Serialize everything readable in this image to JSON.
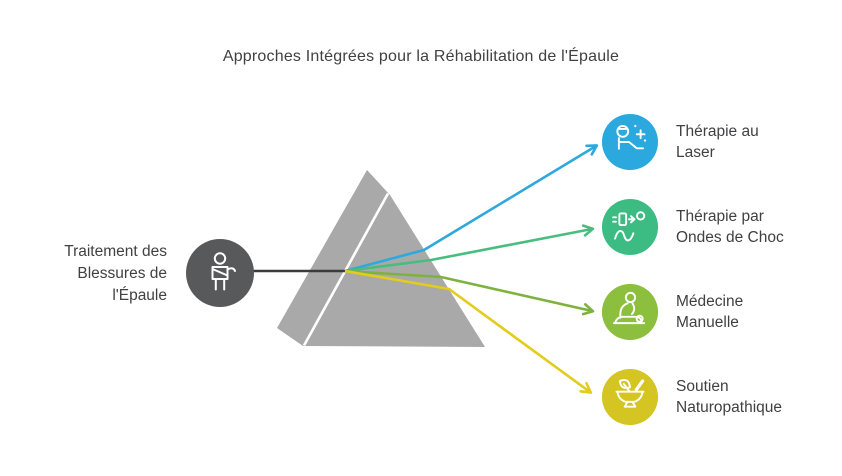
{
  "title": "Approches Intégrées pour la Réhabilitation de l'Épaule",
  "source": {
    "label": "Traitement des Blessures de l'Épaule",
    "icon": "person-arm-sling-icon",
    "circle_color": "#58595b",
    "input_line_color": "#3b3b3b"
  },
  "prism": {
    "fill_color": "#a9a9a9",
    "divider_color": "#ffffff"
  },
  "outputs": [
    {
      "label": "Thérapie au Laser",
      "icon": "laser-therapy-icon",
      "color": "#2ba9df",
      "line_color": "#2fa8dc"
    },
    {
      "label": "Thérapie par Ondes de Choc",
      "icon": "shockwave-therapy-icon",
      "color": "#3cbc83",
      "line_color": "#47bd7e"
    },
    {
      "label": "Médecine Manuelle",
      "icon": "massage-therapy-icon",
      "color": "#8cbf3e",
      "line_color": "#7eb23c"
    },
    {
      "label": "Soutien Naturopathique",
      "icon": "mortar-pestle-leaf-icon",
      "color": "#d4c523",
      "line_color": "#e2cc1c"
    }
  ],
  "text_color": "#414042"
}
